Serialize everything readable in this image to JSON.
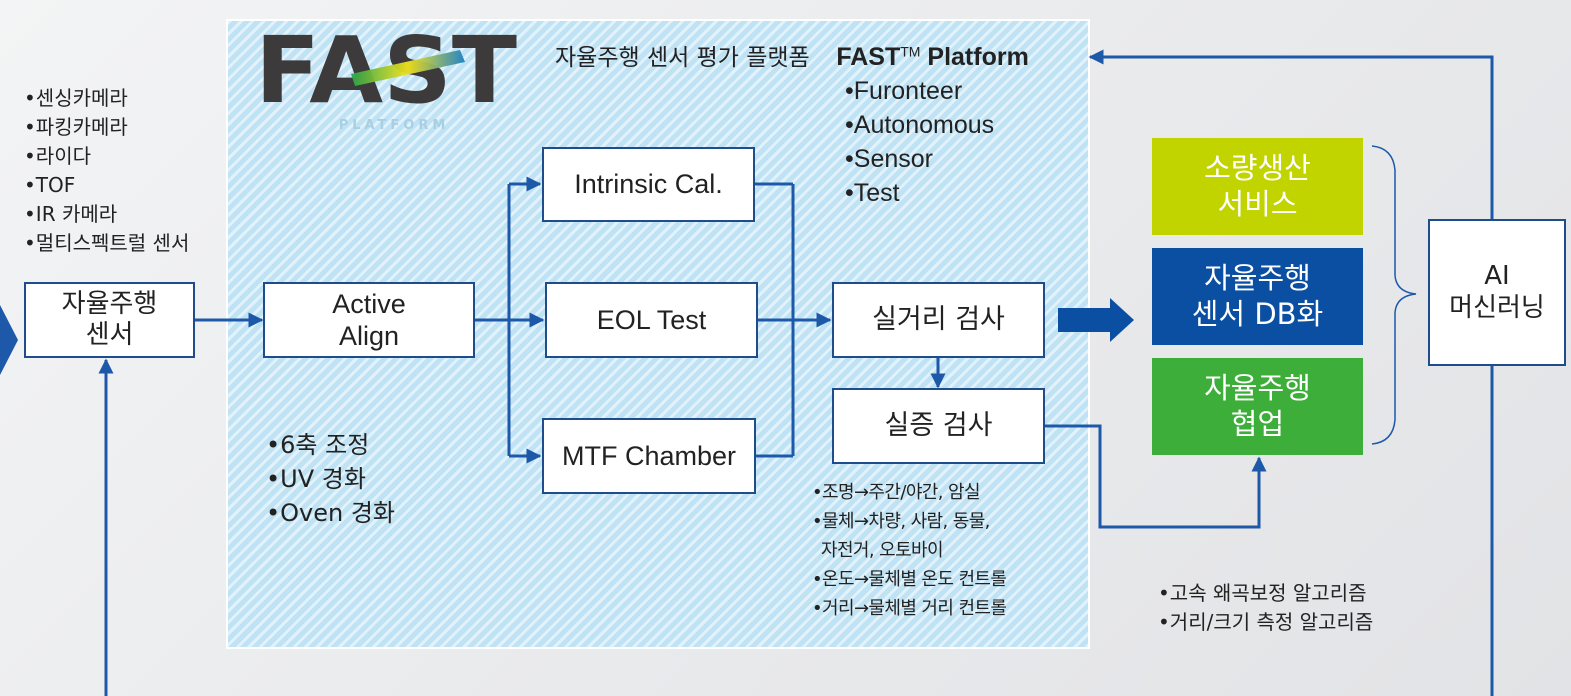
{
  "colors": {
    "line": "#1d59a8",
    "lime": "#c2d400",
    "navy": "#0b4fa3",
    "green": "#3eae3a",
    "platform": "#bfe3f5"
  },
  "logo": {
    "text": "FAST",
    "subtext": "PLATFORM"
  },
  "header": {
    "korean_title": "자율주행 센서 평가 플랫폼",
    "brand": "FAST",
    "trademark": "TM",
    "brand_suffix": " Platform"
  },
  "acronym": [
    "Furonteer",
    "Autonomous",
    "Sensor",
    "Test"
  ],
  "sensor_types": [
    "센싱카메라",
    "파킹카메라",
    "라이다",
    "TOF",
    "IR 카메라",
    "멀티스펙트럴 센서"
  ],
  "nodes": {
    "sensor": "자율주행\n센서",
    "active_align": "Active\nAlign",
    "intrinsic": "Intrinsic Cal.",
    "eol": "EOL Test",
    "mtf": "MTF Chamber",
    "real_distance": "실거리 검사",
    "validation": "실증 검사",
    "ai": "AI\n머신러닝"
  },
  "services": {
    "small_batch": "소량생산\n서비스",
    "sensor_db": "자율주행\n센서 DB화",
    "cooperation": "자율주행\n협업"
  },
  "align_steps": [
    "6축 조정",
    "UV 경화",
    "Oven 경화"
  ],
  "validation_conditions": [
    "조명→주간/야간, 암실",
    "물체→차량, 사람, 동물,",
    "자전거, 오토바이",
    "온도→물체별 온도 컨트롤",
    "거리→물체별 거리 컨트롤"
  ],
  "algorithms": [
    "고속 왜곡보정 알고리즘",
    "거리/크기 측정 알고리즘"
  ]
}
